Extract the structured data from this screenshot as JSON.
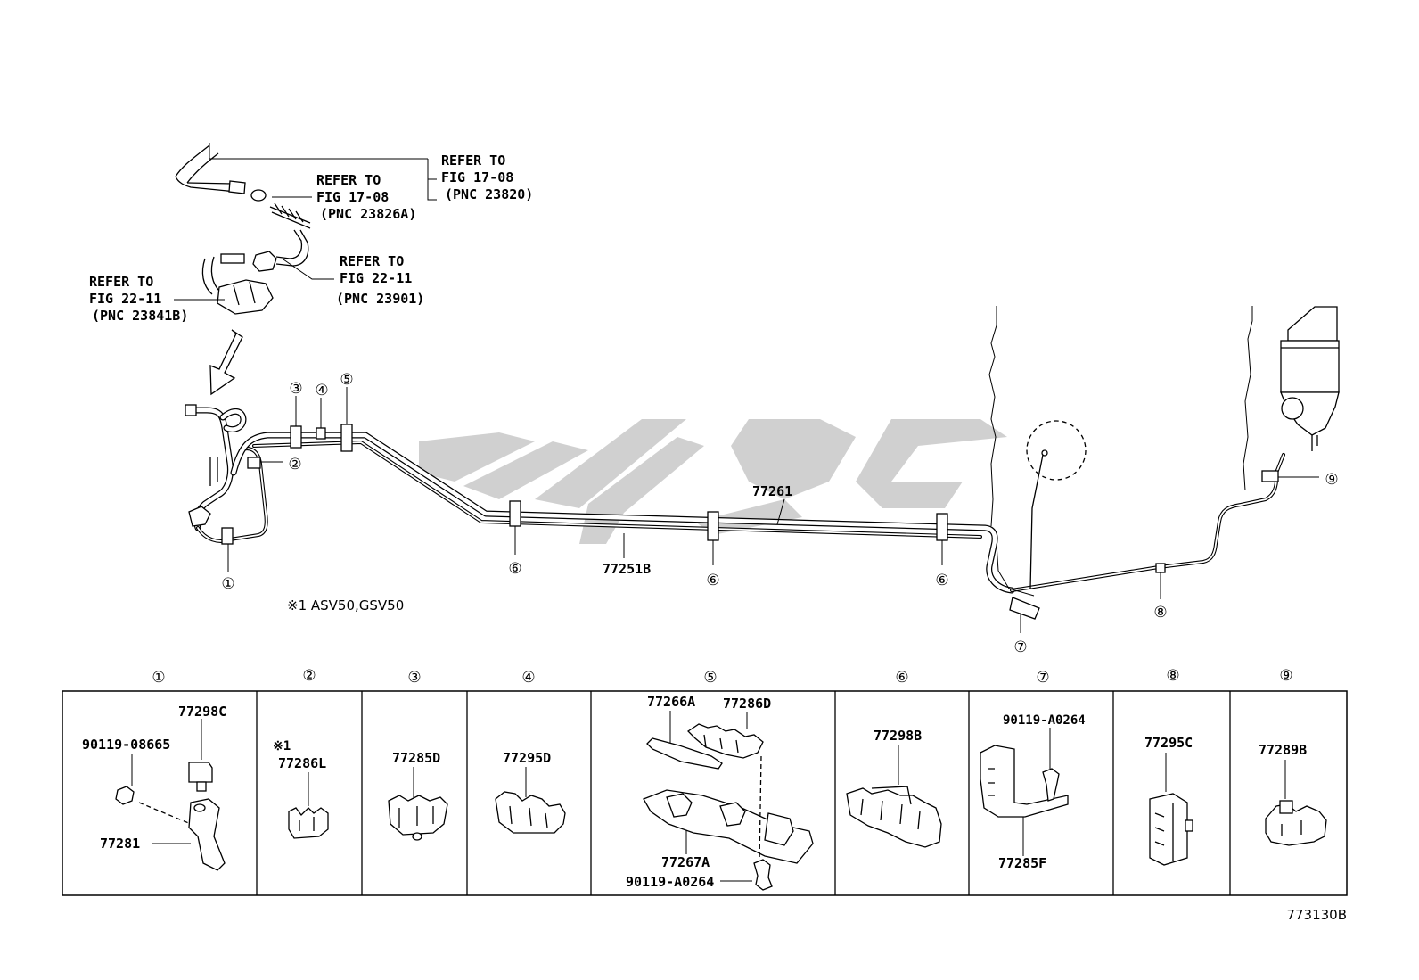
{
  "refs": {
    "r1": {
      "line1": "REFER TO",
      "line2": "FIG 17-08",
      "line3": "(PNC 23820)"
    },
    "r2": {
      "line1": "REFER TO",
      "line2": "FIG 17-08",
      "line3": "(PNC 23826A)"
    },
    "r3": {
      "line1": "REFER TO",
      "line2": "FIG 22-11",
      "line3": "(PNC 23901)"
    },
    "r4": {
      "line1": "REFER TO",
      "line2": "FIG 22-11",
      "line3": "(PNC 23841B)"
    }
  },
  "main_parts": {
    "p77261": "77261",
    "p77251B": "77251B"
  },
  "note": "※1 ASV50,GSV50",
  "callouts": [
    "①",
    "②",
    "③",
    "④",
    "⑤",
    "⑥",
    "⑦",
    "⑧",
    "⑨"
  ],
  "panel_headers": [
    "①",
    "②",
    "③",
    "④",
    "⑤",
    "⑥",
    "⑦",
    "⑧",
    "⑨"
  ],
  "panels": {
    "c1": {
      "a": "77298C",
      "b": "90119-08665",
      "c": "77281"
    },
    "c2": {
      "mark": "※1",
      "a": "77286L"
    },
    "c3": {
      "a": "77285D"
    },
    "c4": {
      "a": "77295D"
    },
    "c5": {
      "a": "77266A",
      "b": "77286D",
      "c": "77267A",
      "d": "90119-A0264"
    },
    "c6": {
      "a": "77298B"
    },
    "c7": {
      "a": "90119-A0264",
      "b": "77285F"
    },
    "c8": {
      "a": "77295C"
    },
    "c9": {
      "a": "77289B"
    }
  },
  "figure_code": "773130B",
  "colors": {
    "line": "#000000",
    "watermark": "#c8c8c8",
    "background": "#ffffff"
  }
}
